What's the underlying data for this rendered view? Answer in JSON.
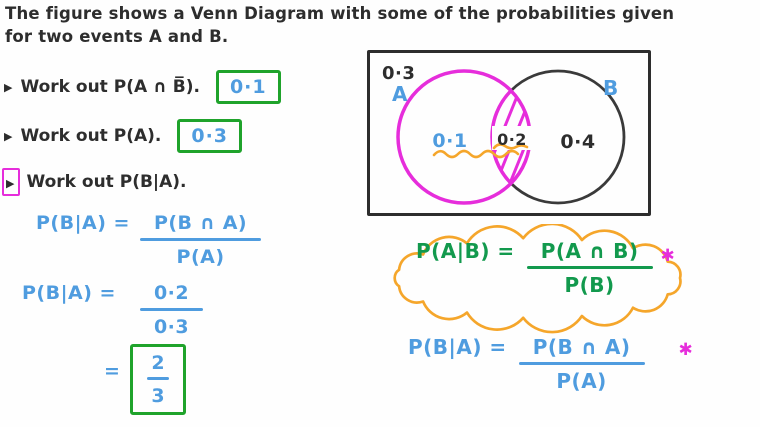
{
  "colors": {
    "ink": "#2d2d2d",
    "blue": "#4f9cdf",
    "box_green": "#1fa32b",
    "formula_green": "#12994d",
    "magenta": "#e62ddb",
    "orange": "#f5a62b"
  },
  "icons": {
    "bullet_triangle": "▶",
    "asterisk": "✱"
  },
  "intro": {
    "line1": "The figure shows a Venn Diagram with some of the probabilities given",
    "line2": "for two events A and B."
  },
  "tasks": [
    {
      "prompt": "Work out P(A ∩ B̅).",
      "answer": "0·1"
    },
    {
      "prompt": "Work out P(A).",
      "answer": "0·3"
    },
    {
      "prompt": "Work out P(B|A)."
    }
  ],
  "working": {
    "eq1": {
      "lhs": "P(B|A) =",
      "numerator": "P(B ∩ A)",
      "denominator": "P(A)"
    },
    "eq2": {
      "lhs": "P(B|A) =",
      "numerator": "0·2",
      "denominator": "0·3"
    },
    "result": {
      "equals": "=",
      "numerator": "2",
      "denominator": "3"
    }
  },
  "venn": {
    "outside_value": "0·3",
    "a_label": "A",
    "a_only_value": "0·1",
    "intersection_value": "0·2",
    "b_label": "B",
    "b_only_value": "0·4"
  },
  "formulas": {
    "cloud": {
      "lhs": "P(A|B) =",
      "numerator": "P(A ∩ B)",
      "denominator": "P(B)"
    },
    "plain": {
      "lhs": "P(B|A) =",
      "numerator": "P(B ∩ A)",
      "denominator": "P(A)"
    }
  }
}
